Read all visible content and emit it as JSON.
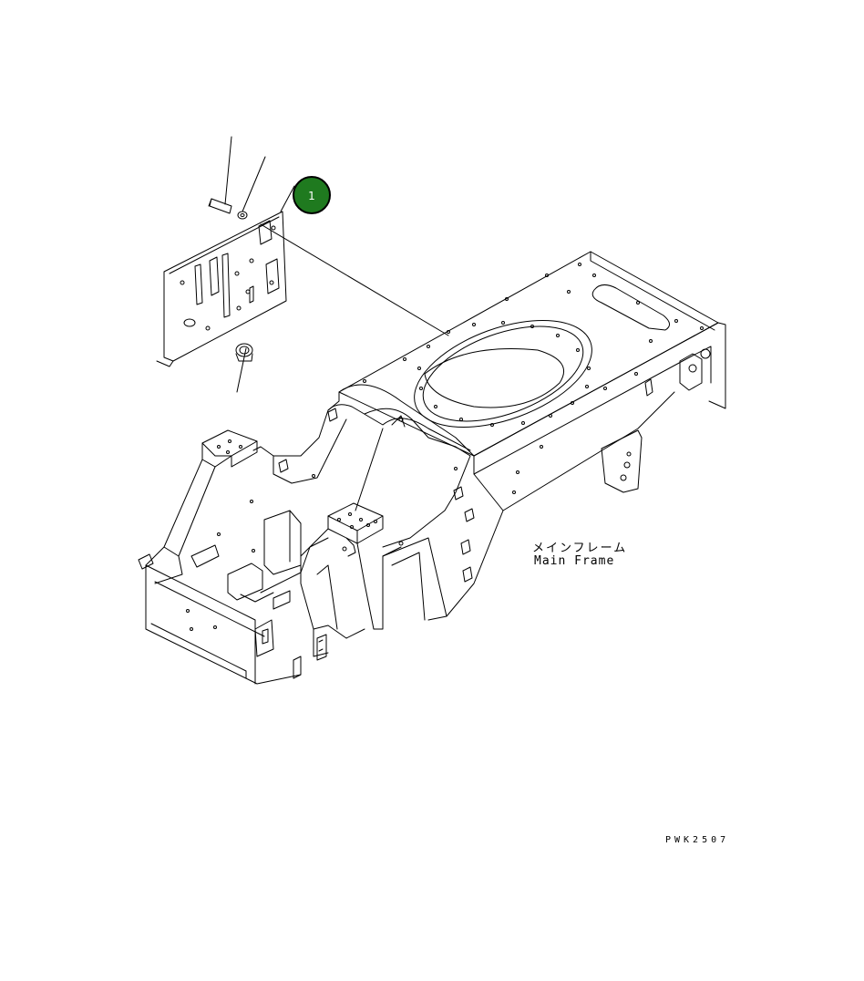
{
  "callout": {
    "number": "1",
    "color": "#1f7a1f"
  },
  "labels": {
    "japanese": "メインフレーム",
    "english": "Main Frame"
  },
  "drawing_code": "PWK2507"
}
